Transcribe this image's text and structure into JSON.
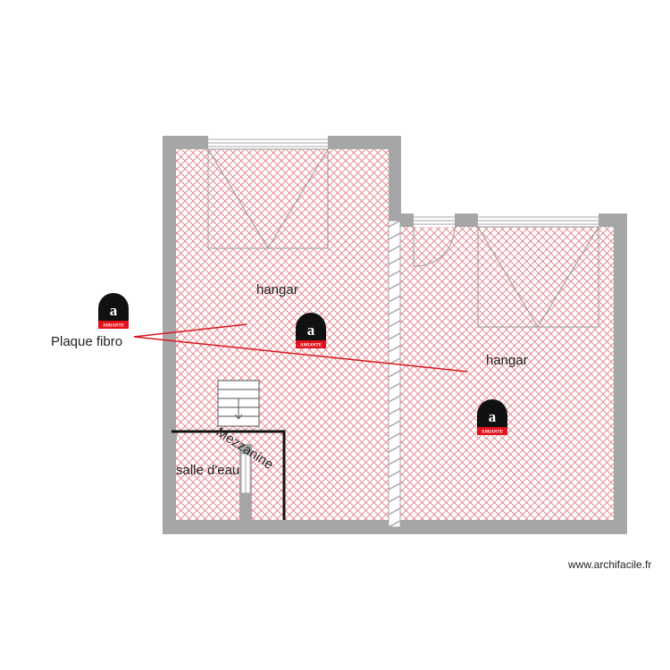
{
  "plan": {
    "rooms": [
      {
        "label": "hangar"
      },
      {
        "label": "hangar"
      },
      {
        "label": "salle d'eau"
      },
      {
        "label": "Mezzanine"
      }
    ],
    "annotation": {
      "label": "Plaque fibro"
    },
    "badges": [
      {
        "letter": "a",
        "text": "AMIANTE"
      },
      {
        "letter": "a",
        "text": "AMIANTE"
      },
      {
        "letter": "a",
        "text": "AMIANTE"
      }
    ],
    "credit": "www.archifacile.fr"
  },
  "colors": {
    "wall": "#a6a6a6",
    "hatch": "#e37480",
    "leader": "#d71920",
    "badge_black": "#111111",
    "badge_red": "#e3111b"
  }
}
